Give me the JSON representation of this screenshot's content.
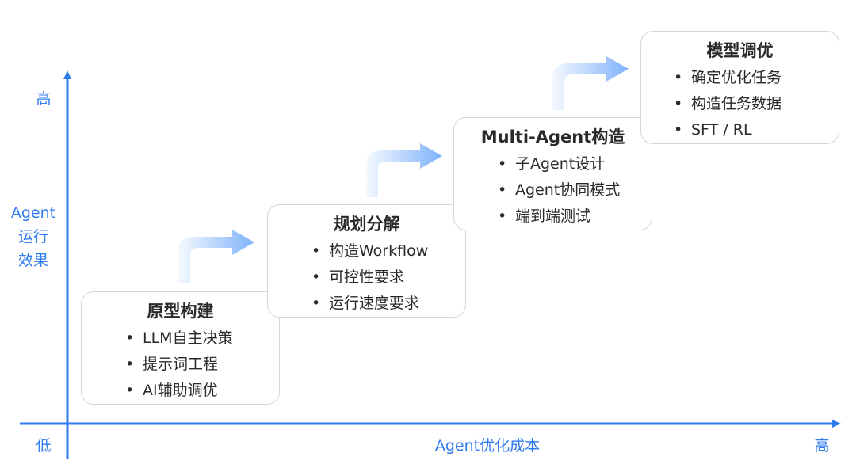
{
  "axes": {
    "y": {
      "title_lines": [
        "Agent",
        "运行",
        "效果"
      ],
      "high_label": "高"
    },
    "x": {
      "title": "Agent优化成本",
      "low_label": "低",
      "high_label": "高"
    },
    "color": "#2f7bf0"
  },
  "stages": [
    {
      "title": "原型构建",
      "items": [
        "LLM自主决策",
        "提示词工程",
        "AI辅助调优"
      ]
    },
    {
      "title": "规划分解",
      "items": [
        "构造Workflow",
        "可控性要求",
        "运行速度要求"
      ]
    },
    {
      "title": "Multi-Agent构造",
      "items": [
        "子Agent设计",
        "Agent协同模式",
        "端到端测试"
      ]
    },
    {
      "title": "模型调优",
      "items": [
        "确定优化任务",
        "构造任务数据",
        "SFT / RL"
      ]
    }
  ],
  "bullet_glyph": "•",
  "transition_arrow_color": "#7fb2fb"
}
